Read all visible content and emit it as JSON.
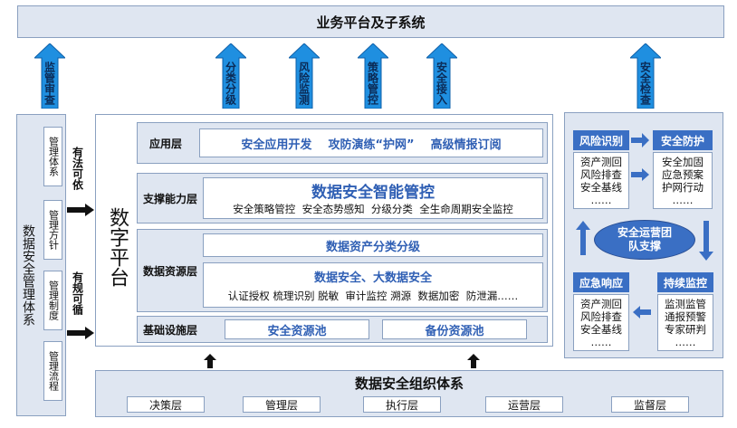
{
  "top": {
    "title": "业务平台及子系统"
  },
  "up_arrows": {
    "left": "监管审查",
    "a1": "分类分级",
    "a2": "风险监测",
    "a3": "策略管控",
    "a4": "安全接入",
    "right": "安全检查"
  },
  "left_panel": {
    "title": "数据安全管理体系",
    "items": [
      "管理体系",
      "管理方针",
      "管理制度",
      "管理流程"
    ]
  },
  "mid_labels": {
    "top": "有法可依",
    "bottom": "有规可循"
  },
  "platform": {
    "title": "数字平台",
    "layers": {
      "app": {
        "name": "应用层",
        "content": "安全应用开发    攻防演练“护网”    高级情报订阅"
      },
      "support": {
        "name": "支撑能力层",
        "title": "数据安全智能管控",
        "sub": "安全策略管控  安全态势感知  分级分类  全生命周期安全监控"
      },
      "data": {
        "name": "数据资源层",
        "box1": "数据资产分类分级",
        "box2_title": "数据安全、大数据安全",
        "box2_sub": "认证授权 梳理识别 脱敏  审计监控 溯源  数据加密  防泄漏……"
      },
      "infra": {
        "name": "基础设施层",
        "box1": "安全资源池",
        "box2": "备份资源池"
      }
    }
  },
  "right_panel": {
    "risk": {
      "title": "风险识别",
      "items": [
        "资产测回",
        "风险排查",
        "安全基线",
        "……"
      ]
    },
    "protect": {
      "title": "安全防护",
      "items": [
        "安全加固",
        "应急预案",
        "护网行动",
        "……"
      ]
    },
    "center": "安全运营团队支撑",
    "emergency": {
      "title": "应急响应",
      "items": [
        "资产测回",
        "风险排查",
        "安全基线",
        "……"
      ]
    },
    "monitor": {
      "title": "持续监控",
      "items": [
        "监测监管",
        "通报预警",
        "专家研判",
        "……"
      ]
    }
  },
  "bottom": {
    "title": "数据安全组织体系",
    "items": [
      "决策层",
      "管理层",
      "执行层",
      "运营层",
      "监督层"
    ]
  },
  "colors": {
    "accent_blue": "#2f5fb4",
    "arrow_blue": "#1f8fe0",
    "panel_bg": "#dfe6f1",
    "dark_box": "#3a6fc4"
  }
}
